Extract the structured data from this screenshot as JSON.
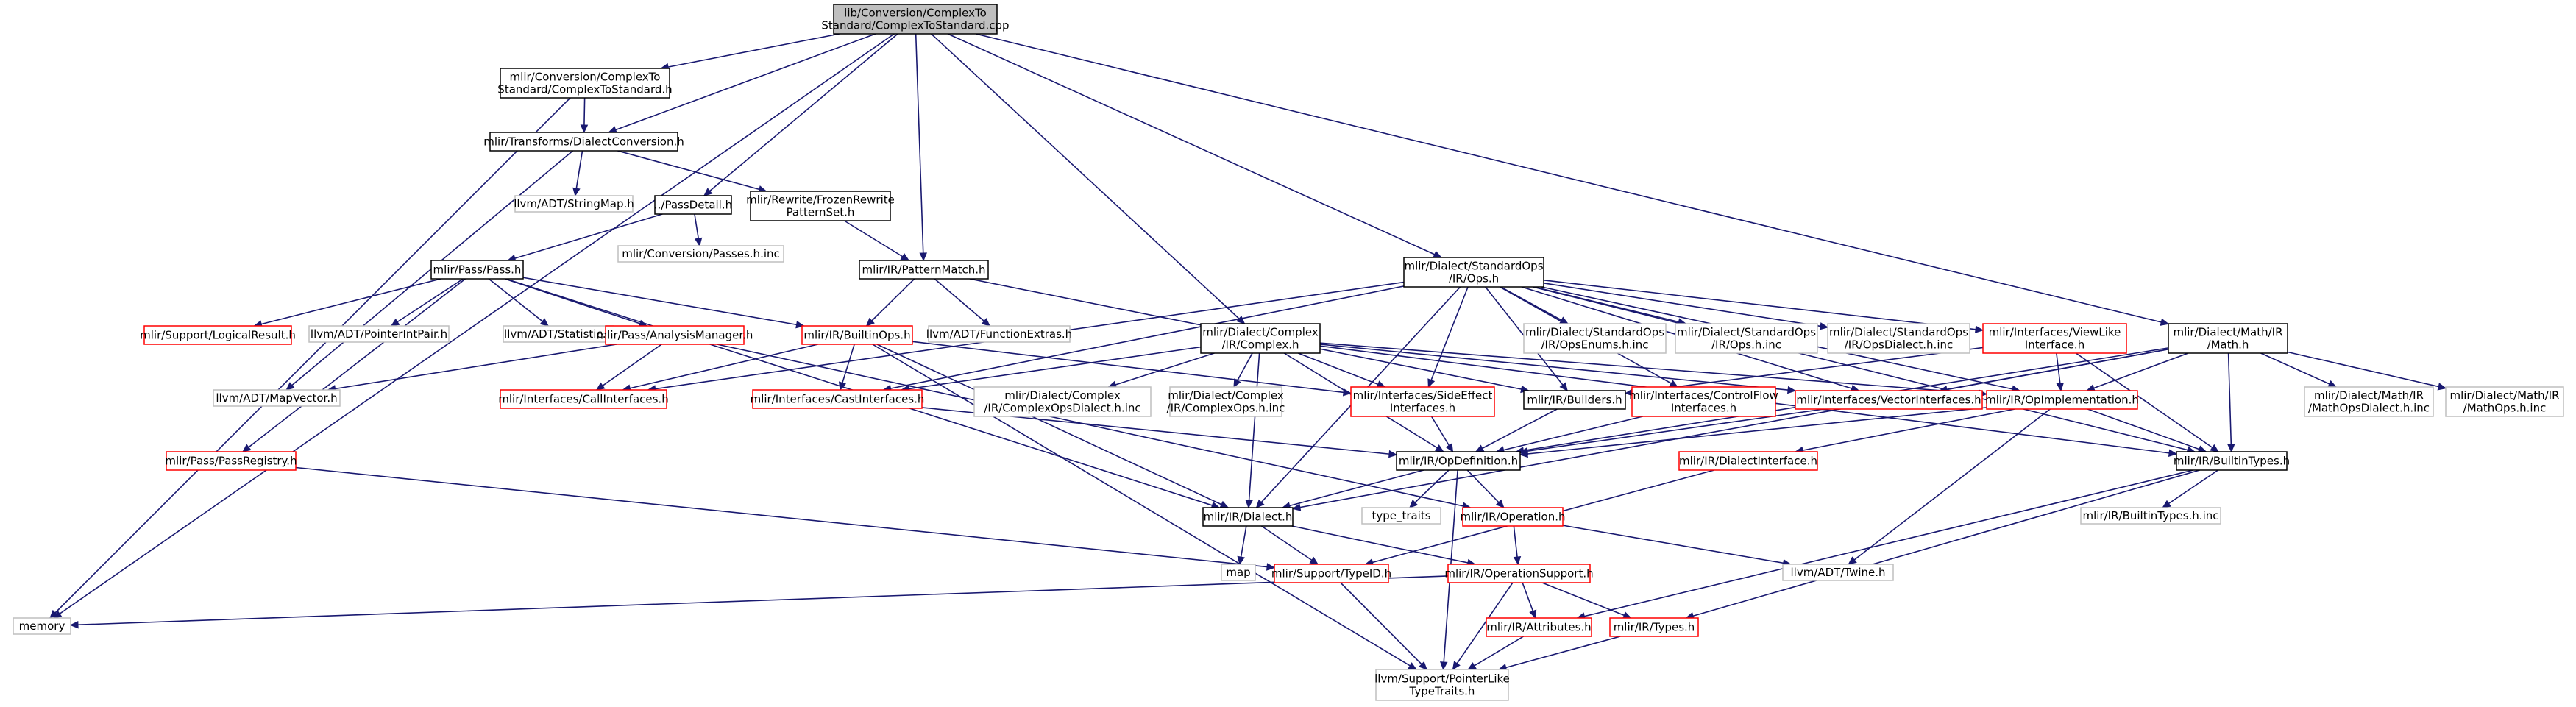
{
  "style": {
    "edge_color": "#191970",
    "colors": {
      "root": {
        "fill": "#bfbfbf",
        "stroke": "#000000"
      },
      "normal": {
        "fill": "#ffffff",
        "stroke": "#000000"
      },
      "red": {
        "fill": "#ffffff",
        "stroke": "#ff0000"
      },
      "gray": {
        "fill": "#ffffff",
        "stroke": "#bfbfbf"
      }
    }
  },
  "nodes": {
    "root": {
      "lines": [
        "lib/Conversion/ComplexTo",
        "Standard/ComplexToStandard.cpp"
      ],
      "kind": "root"
    },
    "cts_h": {
      "lines": [
        "mlir/Conversion/ComplexTo",
        "Standard/ComplexToStandard.h"
      ],
      "kind": "normal"
    },
    "dialconv": {
      "lines": [
        "mlir/Transforms/DialectConversion.h"
      ],
      "kind": "normal"
    },
    "passdetail": {
      "lines": [
        "../PassDetail.h"
      ],
      "kind": "normal"
    },
    "frozen": {
      "lines": [
        "mlir/Rewrite/FrozenRewrite",
        "PatternSet.h"
      ],
      "kind": "normal"
    },
    "stringmap": {
      "lines": [
        "llvm/ADT/StringMap.h"
      ],
      "kind": "gray"
    },
    "passes_inc": {
      "lines": [
        "mlir/Conversion/Passes.h.inc"
      ],
      "kind": "gray"
    },
    "pass_h": {
      "lines": [
        "mlir/Pass/Pass.h"
      ],
      "kind": "normal"
    },
    "patternmatch": {
      "lines": [
        "mlir/IR/PatternMatch.h"
      ],
      "kind": "normal"
    },
    "stdops": {
      "lines": [
        "mlir/Dialect/StandardOps",
        "/IR/Ops.h"
      ],
      "kind": "normal"
    },
    "logicalresult": {
      "lines": [
        "mlir/Support/LogicalResult.h"
      ],
      "kind": "red"
    },
    "ptrintpair": {
      "lines": [
        "llvm/ADT/PointerIntPair.h"
      ],
      "kind": "gray"
    },
    "statistic": {
      "lines": [
        "llvm/ADT/Statistic.h"
      ],
      "kind": "gray"
    },
    "analysismgr": {
      "lines": [
        "mlir/Pass/AnalysisManager.h"
      ],
      "kind": "red"
    },
    "builtinops": {
      "lines": [
        "mlir/IR/BuiltinOps.h"
      ],
      "kind": "red"
    },
    "funcextras": {
      "lines": [
        "llvm/ADT/FunctionExtras.h"
      ],
      "kind": "gray"
    },
    "complex_h": {
      "lines": [
        "mlir/Dialect/Complex",
        "/IR/Complex.h"
      ],
      "kind": "normal"
    },
    "stdenums": {
      "lines": [
        "mlir/Dialect/StandardOps",
        "/IR/OpsEnums.h.inc"
      ],
      "kind": "gray"
    },
    "stdops_inc": {
      "lines": [
        "mlir/Dialect/StandardOps",
        "/IR/Ops.h.inc"
      ],
      "kind": "gray"
    },
    "stdopsdialect": {
      "lines": [
        "mlir/Dialect/StandardOps",
        "/IR/OpsDialect.h.inc"
      ],
      "kind": "gray"
    },
    "viewlike": {
      "lines": [
        "mlir/Interfaces/ViewLike",
        "Interface.h"
      ],
      "kind": "red"
    },
    "math_h": {
      "lines": [
        "mlir/Dialect/Math/IR",
        "/Math.h"
      ],
      "kind": "normal"
    },
    "mapvector": {
      "lines": [
        "llvm/ADT/MapVector.h"
      ],
      "kind": "gray"
    },
    "callifaces": {
      "lines": [
        "mlir/Interfaces/CallInterfaces.h"
      ],
      "kind": "red"
    },
    "castifaces": {
      "lines": [
        "mlir/Interfaces/CastInterfaces.h"
      ],
      "kind": "red"
    },
    "cplxopsdialect": {
      "lines": [
        "mlir/Dialect/Complex",
        "/IR/ComplexOpsDialect.h.inc"
      ],
      "kind": "gray"
    },
    "cplxops_inc": {
      "lines": [
        "mlir/Dialect/Complex",
        "/IR/ComplexOps.h.inc"
      ],
      "kind": "gray"
    },
    "sideeffect": {
      "lines": [
        "mlir/Interfaces/SideEffect",
        "Interfaces.h"
      ],
      "kind": "red"
    },
    "builders": {
      "lines": [
        "mlir/IR/Builders.h"
      ],
      "kind": "normal"
    },
    "controlflow": {
      "lines": [
        "mlir/Interfaces/ControlFlow",
        "Interfaces.h"
      ],
      "kind": "red"
    },
    "vectoriface": {
      "lines": [
        "mlir/Interfaces/VectorInterfaces.h"
      ],
      "kind": "red"
    },
    "opimpl": {
      "lines": [
        "mlir/IR/OpImplementation.h"
      ],
      "kind": "red"
    },
    "mathdialect_inc": {
      "lines": [
        "mlir/Dialect/Math/IR",
        "/MathOpsDialect.h.inc"
      ],
      "kind": "gray"
    },
    "mathops_inc": {
      "lines": [
        "mlir/Dialect/Math/IR",
        "/MathOps.h.inc"
      ],
      "kind": "gray"
    },
    "passregistry": {
      "lines": [
        "mlir/Pass/PassRegistry.h"
      ],
      "kind": "red"
    },
    "opdef": {
      "lines": [
        "mlir/IR/OpDefinition.h"
      ],
      "kind": "normal"
    },
    "dialectiface": {
      "lines": [
        "mlir/IR/DialectInterface.h"
      ],
      "kind": "red"
    },
    "builtintypes": {
      "lines": [
        "mlir/IR/BuiltinTypes.h"
      ],
      "kind": "normal"
    },
    "dialect_h": {
      "lines": [
        "mlir/IR/Dialect.h"
      ],
      "kind": "normal"
    },
    "type_traits": {
      "lines": [
        "type_traits"
      ],
      "kind": "gray"
    },
    "operation": {
      "lines": [
        "mlir/IR/Operation.h"
      ],
      "kind": "red"
    },
    "builtintypes_inc": {
      "lines": [
        "mlir/IR/BuiltinTypes.h.inc"
      ],
      "kind": "gray"
    },
    "map": {
      "lines": [
        "map"
      ],
      "kind": "gray"
    },
    "typeid": {
      "lines": [
        "mlir/Support/TypeID.h"
      ],
      "kind": "red"
    },
    "opsupport": {
      "lines": [
        "mlir/IR/OperationSupport.h"
      ],
      "kind": "red"
    },
    "twine": {
      "lines": [
        "llvm/ADT/Twine.h"
      ],
      "kind": "gray"
    },
    "memory": {
      "lines": [
        "memory"
      ],
      "kind": "gray"
    },
    "attributes": {
      "lines": [
        "mlir/IR/Attributes.h"
      ],
      "kind": "red"
    },
    "types": {
      "lines": [
        "mlir/IR/Types.h"
      ],
      "kind": "red"
    },
    "ptrlike": {
      "lines": [
        "llvm/Support/PointerLike",
        "TypeTraits.h"
      ],
      "kind": "gray"
    }
  },
  "edges": [
    [
      "root",
      "cts_h"
    ],
    [
      "root",
      "dialconv"
    ],
    [
      "root",
      "passdetail"
    ],
    [
      "root",
      "patternmatch"
    ],
    [
      "root",
      "complex_h"
    ],
    [
      "root",
      "stdops"
    ],
    [
      "root",
      "math_h"
    ],
    [
      "root",
      "memory"
    ],
    [
      "cts_h",
      "dialconv"
    ],
    [
      "cts_h",
      "memory"
    ],
    [
      "dialconv",
      "stringmap"
    ],
    [
      "dialconv",
      "frozen"
    ],
    [
      "dialconv",
      "mapvector"
    ],
    [
      "passdetail",
      "pass_h"
    ],
    [
      "passdetail",
      "passes_inc"
    ],
    [
      "frozen",
      "patternmatch"
    ],
    [
      "pass_h",
      "logicalresult"
    ],
    [
      "pass_h",
      "ptrintpair"
    ],
    [
      "pass_h",
      "statistic"
    ],
    [
      "pass_h",
      "analysismgr"
    ],
    [
      "pass_h",
      "builtinops"
    ],
    [
      "pass_h",
      "passregistry"
    ],
    [
      "pass_h",
      "dialect_h"
    ],
    [
      "patternmatch",
      "builtinops"
    ],
    [
      "patternmatch",
      "funcextras"
    ],
    [
      "patternmatch",
      "builders"
    ],
    [
      "analysismgr",
      "mapvector"
    ],
    [
      "analysismgr",
      "callifaces"
    ],
    [
      "analysismgr",
      "operation"
    ],
    [
      "builtinops",
      "callifaces"
    ],
    [
      "builtinops",
      "castifaces"
    ],
    [
      "builtinops",
      "sideeffect"
    ],
    [
      "builtinops",
      "dialect_h"
    ],
    [
      "builtinops",
      "ptrlike"
    ],
    [
      "stdops",
      "stdenums"
    ],
    [
      "stdops",
      "stdops_inc"
    ],
    [
      "stdops",
      "stdopsdialect"
    ],
    [
      "stdops",
      "viewlike"
    ],
    [
      "stdops",
      "sideeffect"
    ],
    [
      "stdops",
      "builders"
    ],
    [
      "stdops",
      "controlflow"
    ],
    [
      "stdops",
      "vectoriface"
    ],
    [
      "stdops",
      "opimpl"
    ],
    [
      "stdops",
      "builtintypes"
    ],
    [
      "stdops",
      "castifaces"
    ],
    [
      "stdops",
      "callifaces"
    ],
    [
      "stdops",
      "dialect_h"
    ],
    [
      "complex_h",
      "cplxopsdialect"
    ],
    [
      "complex_h",
      "cplxops_inc"
    ],
    [
      "complex_h",
      "sideeffect"
    ],
    [
      "complex_h",
      "opimpl"
    ],
    [
      "complex_h",
      "vectoriface"
    ],
    [
      "complex_h",
      "builtintypes"
    ],
    [
      "complex_h",
      "castifaces"
    ],
    [
      "complex_h",
      "opdef"
    ],
    [
      "complex_h",
      "dialect_h"
    ],
    [
      "viewlike",
      "opimpl"
    ],
    [
      "viewlike",
      "builtintypes"
    ],
    [
      "viewlike",
      "builders"
    ],
    [
      "math_h",
      "mathdialect_inc"
    ],
    [
      "math_h",
      "mathops_inc"
    ],
    [
      "math_h",
      "opimpl"
    ],
    [
      "math_h",
      "builtintypes"
    ],
    [
      "math_h",
      "vectoriface"
    ],
    [
      "math_h",
      "opdef"
    ],
    [
      "math_h",
      "dialect_h"
    ],
    [
      "castifaces",
      "opdef"
    ],
    [
      "sideeffect",
      "opdef"
    ],
    [
      "builders",
      "opdef"
    ],
    [
      "controlflow",
      "opdef"
    ],
    [
      "vectoriface",
      "opdef"
    ],
    [
      "opimpl",
      "opdef"
    ],
    [
      "opimpl",
      "builtintypes"
    ],
    [
      "opimpl",
      "dialectiface"
    ],
    [
      "opimpl",
      "twine"
    ],
    [
      "passregistry",
      "typeid"
    ],
    [
      "opdef",
      "dialect_h"
    ],
    [
      "opdef",
      "type_traits"
    ],
    [
      "opdef",
      "operation"
    ],
    [
      "opdef",
      "ptrlike"
    ],
    [
      "dialectiface",
      "typeid"
    ],
    [
      "builtintypes",
      "builtintypes_inc"
    ],
    [
      "builtintypes",
      "attributes"
    ],
    [
      "builtintypes",
      "types"
    ],
    [
      "dialect_h",
      "map"
    ],
    [
      "dialect_h",
      "typeid"
    ],
    [
      "dialect_h",
      "opsupport"
    ],
    [
      "operation",
      "opsupport"
    ],
    [
      "operation",
      "twine"
    ],
    [
      "opsupport",
      "memory"
    ],
    [
      "opsupport",
      "attributes"
    ],
    [
      "opsupport",
      "types"
    ],
    [
      "opsupport",
      "ptrlike"
    ],
    [
      "typeid",
      "ptrlike"
    ],
    [
      "attributes",
      "ptrlike"
    ],
    [
      "types",
      "ptrlike"
    ]
  ]
}
